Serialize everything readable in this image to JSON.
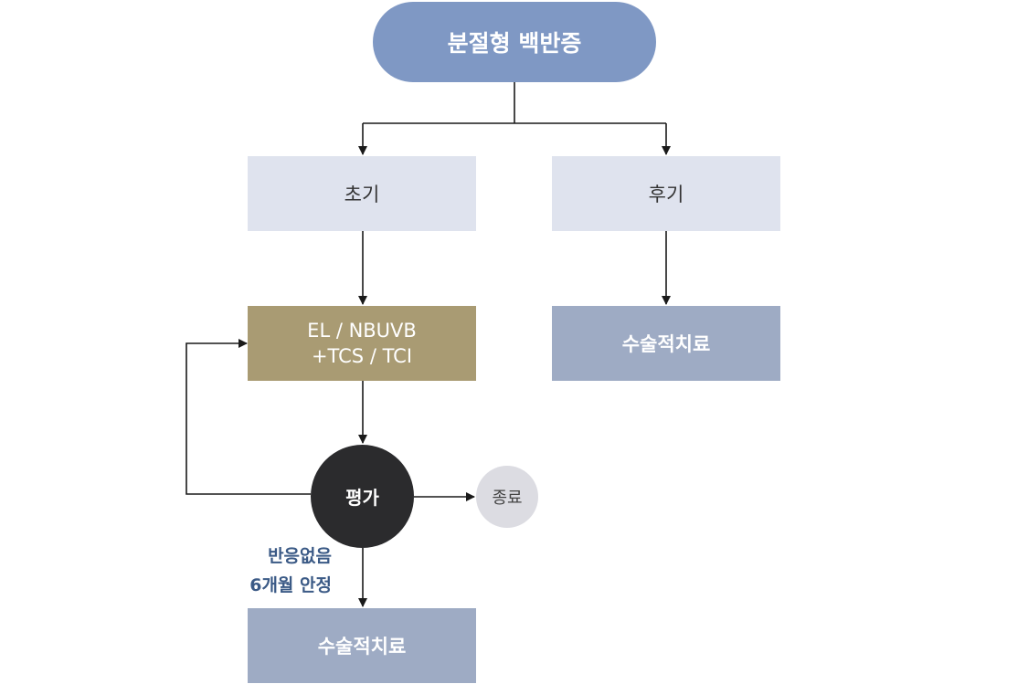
{
  "title": "분절형 백반증",
  "stages": {
    "early": "초기",
    "late": "후기"
  },
  "treatment": "EL / NBUVB\n+TCS / TCI",
  "evaluation": "평가",
  "end": "종료",
  "surgery_late": "수술적치료",
  "surgery_early": "수술적치료",
  "condition": {
    "line1": "반응없음",
    "line2": "6개월 안정"
  }
}
